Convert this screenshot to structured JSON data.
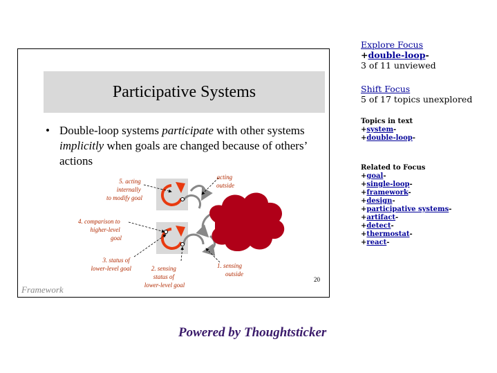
{
  "slide": {
    "title": "Participative Systems",
    "bullet_dot": "•",
    "bullet_parts": [
      "Double-loop systems ",
      "participate",
      " with other systems ",
      "implicitly",
      " when goals are changed because of others’ actions"
    ],
    "labels": {
      "acting_internally": [
        "5.  acting",
        "internally",
        "to modify goal"
      ],
      "acting_outside": [
        "acting",
        "outside"
      ],
      "comparison": [
        "4.  comparison to",
        "higher-level",
        "goal"
      ],
      "status_lower": [
        "3.  status of",
        "lower-level goal"
      ],
      "sensing_status": [
        "2.  sensing",
        "status of",
        "lower-level goal"
      ],
      "sensing_outside": [
        "1.  sensing",
        "outside"
      ]
    },
    "footer": "Framework",
    "number": "20",
    "colors": {
      "arrow_red": "#e83a10",
      "cloud": "#b00018",
      "label": "#b22a00"
    }
  },
  "sidebar": {
    "explore_focus": "Explore Focus",
    "explore_topic_prefix": "+",
    "explore_topic": "double-loop",
    "explore_topic_suffix": "-",
    "explore_status": "3 of 11 unviewed",
    "shift_focus": "Shift Focus",
    "shift_status": "5 of 17 topics unexplored",
    "topics_heading": "Topics in text",
    "topics": [
      "system",
      "double-loop"
    ],
    "related_heading": "Related to Focus",
    "related": [
      "goal",
      "single-loop",
      "framework",
      "design",
      "participative systems",
      "artifact",
      "detect",
      "thermostat",
      "react"
    ]
  },
  "powered_by": "Powered by Thoughtsticker"
}
